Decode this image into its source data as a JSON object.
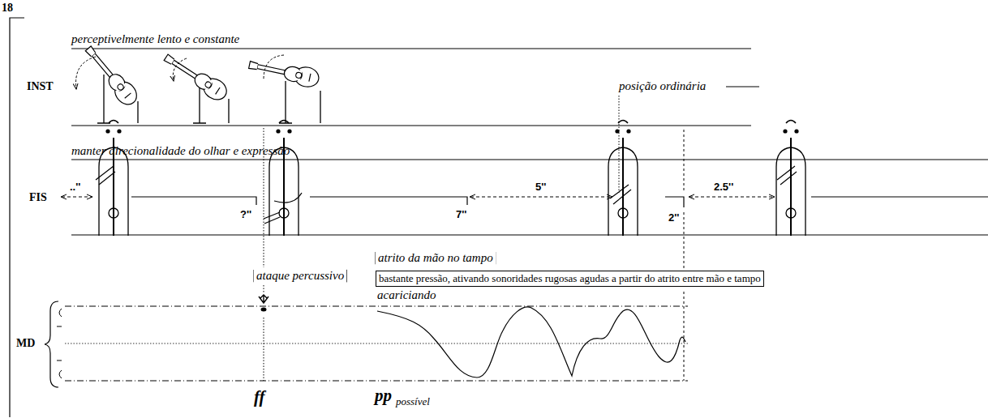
{
  "diagram": {
    "nodes": [
      {
        "text": [
          "bastante pressão, ativando sonoridades rugosas agudas a partir do atrito entre mão e tampo"
        ]
      }
    ],
    "labels": [
      "18",
      "perceptivelmente lento e constante",
      "INST",
      "posição ordinária",
      "manter direcionalidade do olhar e expressão",
      "FIS",
      "..''",
      "?''",
      "7''",
      "5''",
      "2''",
      "2.5''",
      "ataque percussivo",
      "atrito da mão no tampo",
      "acariciando",
      "MD",
      "ff",
      "pp",
      "possível"
    ]
  }
}
